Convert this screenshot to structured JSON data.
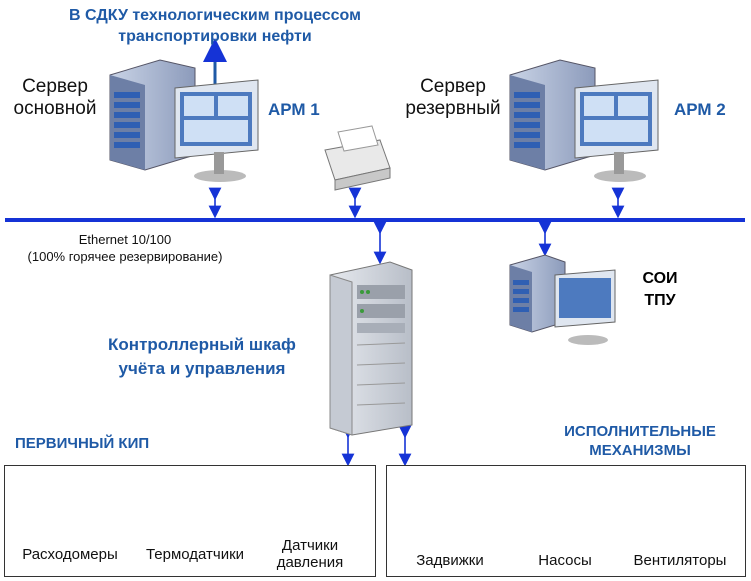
{
  "header": {
    "line1": "В СДКУ технологическим процессом",
    "line2": "транспортировки нефти"
  },
  "servers": {
    "main": {
      "line1": "Сервер",
      "line2": "основной"
    },
    "reserve": {
      "line1": "Сервер",
      "line2": "резервный"
    }
  },
  "arm1": "АРМ 1",
  "arm2": "АРМ 2",
  "network": {
    "line1": "Ethernet 10/100",
    "line2": "(100% горячее резервирование)"
  },
  "soi": {
    "line1": "СОИ",
    "line2": "ТПУ"
  },
  "cabinet": {
    "line1": "Контроллерный шкаф",
    "line2": "учёта и управления"
  },
  "primary_kip": {
    "title": "ПЕРВИЧНЫЙ КИП",
    "items": [
      "Расходомеры",
      "Термодатчики",
      "Датчики давления"
    ],
    "pressure_line1": "Датчики",
    "pressure_line2": "давления"
  },
  "actuators": {
    "title_line1": "ИСПОЛНИТЕЛЬНЫЕ",
    "title_line2": "МЕХАНИЗМЫ",
    "items": [
      "Задвижки",
      "Насосы",
      "Вентиляторы"
    ]
  },
  "colors": {
    "network": "#1533d6",
    "arrow": "#1533d6",
    "title": "#1f5aa6"
  }
}
